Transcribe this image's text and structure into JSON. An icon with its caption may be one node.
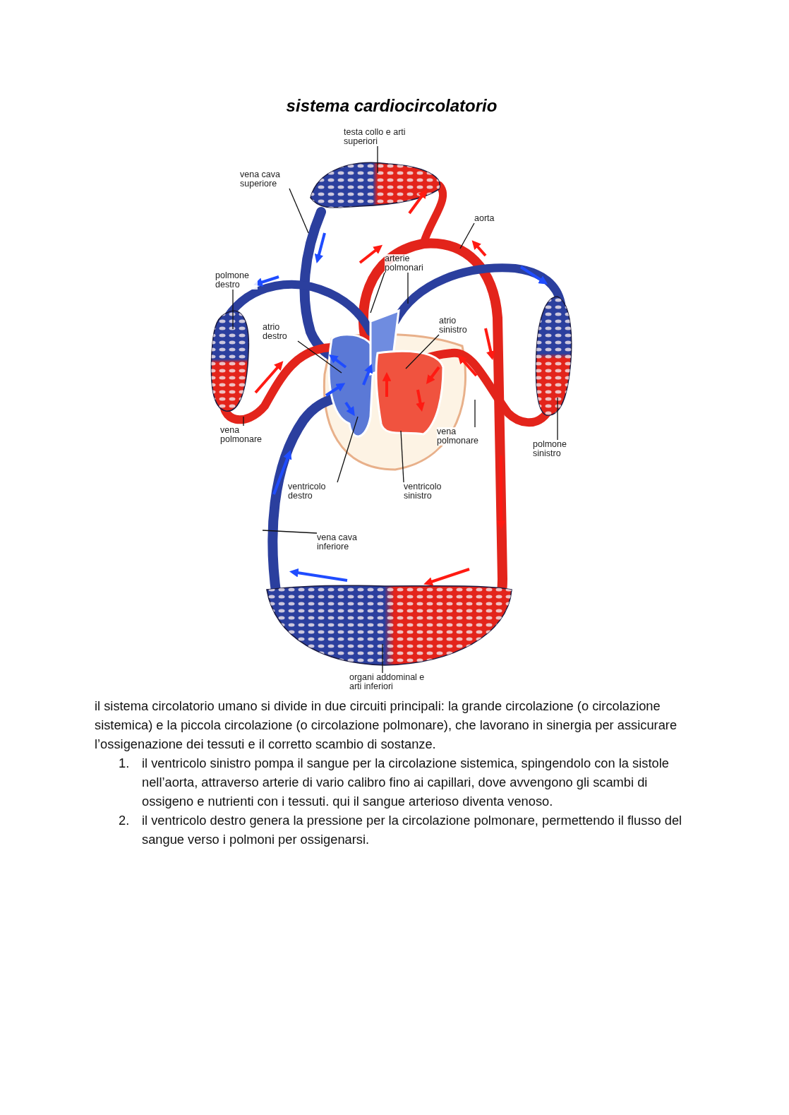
{
  "diagram": {
    "title": "sistema cardiocircolatorio",
    "nodes": [
      {
        "text": [
          "testa collo e arti superiori"
        ]
      },
      {
        "text": [
          "vena cava superiore"
        ]
      },
      {
        "text": [
          "aorta"
        ]
      },
      {
        "text": [
          "arterie polmonari"
        ]
      },
      {
        "text": [
          "polmone destro"
        ]
      },
      {
        "text": [
          "atrio destro"
        ]
      },
      {
        "text": [
          "atrio sinistro"
        ]
      },
      {
        "text": [
          "vena polmonare"
        ]
      },
      {
        "text": [
          "vena polmonare"
        ]
      },
      {
        "text": [
          "polmone sinistro"
        ]
      },
      {
        "text": [
          "ventricolo destro"
        ]
      },
      {
        "text": [
          "ventricolo sinistro"
        ]
      },
      {
        "text": [
          "vena cava inferiore"
        ]
      },
      {
        "text": [
          "organi addominal e arti inferiori"
        ]
      }
    ],
    "edges": [
      {
        "from": 0,
        "to": null,
        "arrow": "none"
      },
      {
        "from": 1,
        "to": null,
        "arrow": "none"
      },
      {
        "from": 2,
        "to": null,
        "arrow": "none"
      },
      {
        "from": 3,
        "to": null,
        "arrow": "none"
      },
      {
        "from": 3,
        "to": null,
        "arrow": "none"
      },
      {
        "from": 4,
        "to": null,
        "arrow": "none"
      },
      {
        "from": 5,
        "to": null,
        "arrow": "none"
      },
      {
        "from": 6,
        "to": null,
        "arrow": "none"
      },
      {
        "from": 7,
        "to": null,
        "arrow": "none"
      },
      {
        "from": 8,
        "to": null,
        "arrow": "none"
      },
      {
        "from": 9,
        "to": null,
        "arrow": "none"
      },
      {
        "from": 10,
        "to": null,
        "arrow": "none"
      },
      {
        "from": 11,
        "to": null,
        "arrow": "none"
      },
      {
        "from": 12,
        "to": null,
        "arrow": "none"
      },
      {
        "from": 13,
        "to": null,
        "arrow": "none"
      }
    ],
    "labels": [
      "il sistema circolatorio umano si divide in due circuiti principali: la grande circolazione (o circolazione sistemica) e la piccola circolazione (o circolazione polmonare), che lavorano in sinergia per assicurare l’ossigenazione dei tessuti e il corretto scambio di sostanze.",
      "1.",
      "il ventricolo sinistro pompa il sangue per la circolazione sistemica, spingendolo con la sistole nell’aorta, attraverso arterie di vario calibro fino ai capillari, dove avvengono gli scambi di ossigeno e nutrienti con i tessuti. qui il sangue arterioso diventa venoso.",
      "2.",
      "il ventricolo destro genera la pressione per la circolazione polmonare, permettendo il flusso del sangue verso i polmoni per ossigenarsi."
    ]
  }
}
